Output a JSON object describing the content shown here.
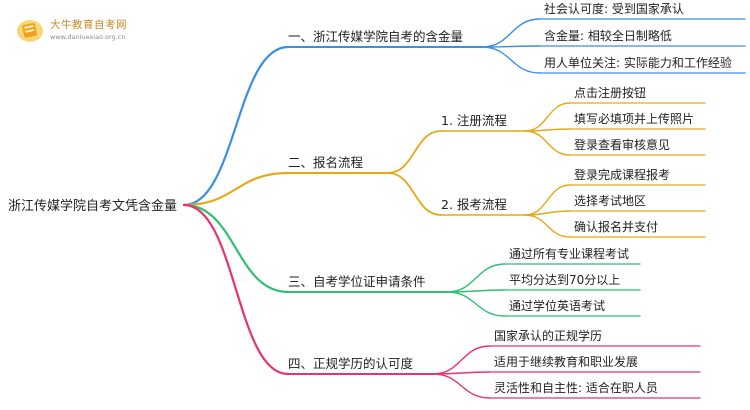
{
  "logo": {
    "title": "大牛教育自考网",
    "url": "www.daniuexiao.org.cn"
  },
  "root": {
    "label": "浙江传媒学院自考文凭含金量"
  },
  "branches": [
    {
      "label": "一、浙江传媒学院自考的含金量",
      "color": "#3a8ee6",
      "children": [
        {
          "label": "社会认可度: 受到国家承认"
        },
        {
          "label": "含金量: 相较全日制略低"
        },
        {
          "label": "用人单位关注: 实际能力和工作经验"
        }
      ]
    },
    {
      "label": "二、报名流程",
      "color": "#e6a817",
      "children": [
        {
          "label": "1. 注册流程",
          "children": [
            {
              "label": "点击注册按钮"
            },
            {
              "label": "填写必填项并上传照片"
            },
            {
              "label": "登录查看审核意见"
            }
          ]
        },
        {
          "label": "2. 报考流程",
          "children": [
            {
              "label": "登录完成课程报考"
            },
            {
              "label": "选择考试地区"
            },
            {
              "label": "确认报名并支付"
            }
          ]
        }
      ]
    },
    {
      "label": "三、自考学位证申请条件",
      "color": "#2fbf71",
      "children": [
        {
          "label": "通过所有专业课程考试"
        },
        {
          "label": "平均分达到70分以上"
        },
        {
          "label": "通过学位英语考试"
        }
      ]
    },
    {
      "label": "四、正规学历的认可度",
      "color": "#e8336e",
      "children": [
        {
          "label": "国家承认的正规学历"
        },
        {
          "label": "适用于继续教育和职业发展"
        },
        {
          "label": "灵活性和自主性: 适合在职人员"
        }
      ]
    }
  ]
}
